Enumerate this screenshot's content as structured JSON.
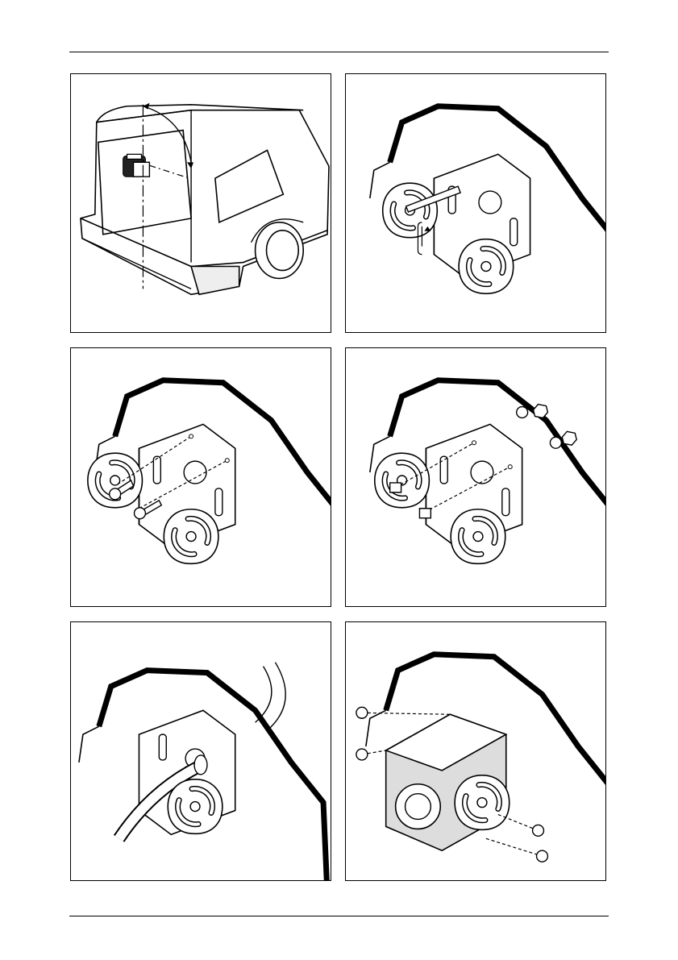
{
  "page": {
    "type": "installation-instructions-figure-page",
    "figures": [
      {
        "id": "fig-1",
        "depicts": "van-rear-camera-position"
      },
      {
        "id": "fig-2",
        "depicts": "mark-drill-holes-bracket"
      },
      {
        "id": "fig-3",
        "depicts": "fasten-bracket-self-tapping-screws"
      },
      {
        "id": "fig-4",
        "depicts": "fasten-bracket-bolts-nuts"
      },
      {
        "id": "fig-5",
        "depicts": "route-cable-through-grommet"
      },
      {
        "id": "fig-6",
        "depicts": "mount-camera-into-bracket"
      }
    ],
    "colors": {
      "line": "#000000",
      "background": "#ffffff",
      "shade": "#d9d9d9"
    }
  }
}
